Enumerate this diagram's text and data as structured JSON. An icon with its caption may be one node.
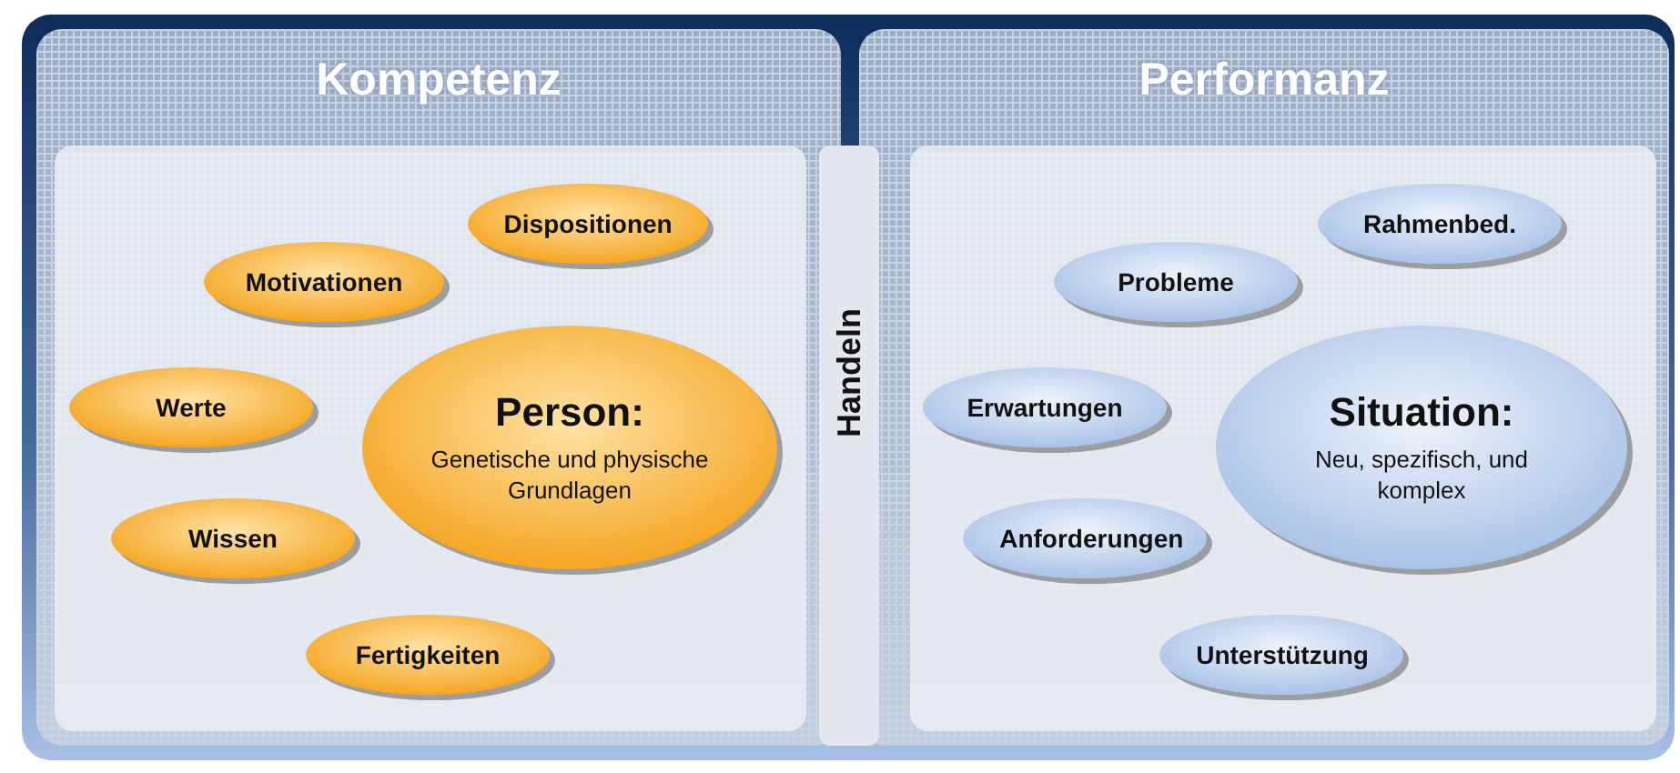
{
  "diagram": {
    "nodes": [
      {
        "text": [
          "Kompetenz"
        ]
      },
      {
        "text": [
          "Dispositionen"
        ],
        "in": 0
      },
      {
        "text": [
          "Motivationen"
        ],
        "in": 0
      },
      {
        "text": [
          "Werte"
        ],
        "in": 0
      },
      {
        "text": [
          "Person:",
          "Genetische und physische Grundlagen"
        ],
        "in": 0
      },
      {
        "text": [
          "Wissen"
        ],
        "in": 0
      },
      {
        "text": [
          "Fertigkeiten"
        ],
        "in": 0
      },
      {
        "text": [
          "Handeln"
        ]
      },
      {
        "text": [
          "Performanz"
        ]
      },
      {
        "text": [
          "Rahmenbed."
        ],
        "in": 8
      },
      {
        "text": [
          "Probleme"
        ],
        "in": 8
      },
      {
        "text": [
          "Erwartungen"
        ],
        "in": 8
      },
      {
        "text": [
          "Situation:",
          "Neu, spezifisch, und komplex"
        ],
        "in": 8
      },
      {
        "text": [
          "Anforderungen"
        ],
        "in": 8
      },
      {
        "text": [
          "Unterstützung"
        ],
        "in": 8
      }
    ]
  }
}
